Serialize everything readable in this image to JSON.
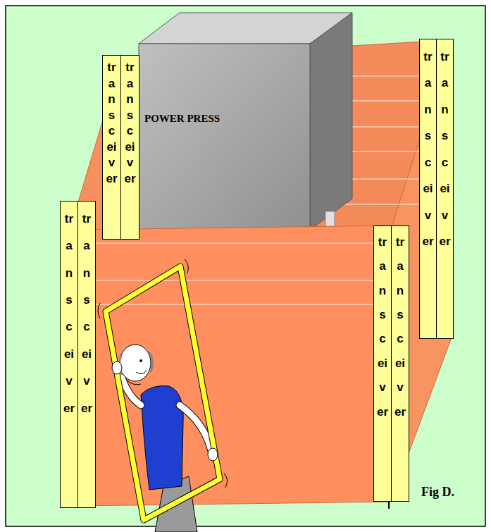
{
  "diagram": {
    "caption": "Fig D.",
    "nodes": [
      {
        "text": [
          "transceiver"
        ]
      },
      {
        "text": [
          "transceiver"
        ]
      },
      {
        "text": [
          "POWER PRESS"
        ]
      },
      {
        "text": [
          "transceiver"
        ]
      },
      {
        "text": [
          "transceiver"
        ]
      },
      {
        "text": [
          "transceiver"
        ]
      },
      {
        "text": [
          "transceiver"
        ]
      },
      {
        "text": [
          "transceiver"
        ]
      },
      {
        "text": [
          "transceiver"
        ]
      }
    ]
  }
}
